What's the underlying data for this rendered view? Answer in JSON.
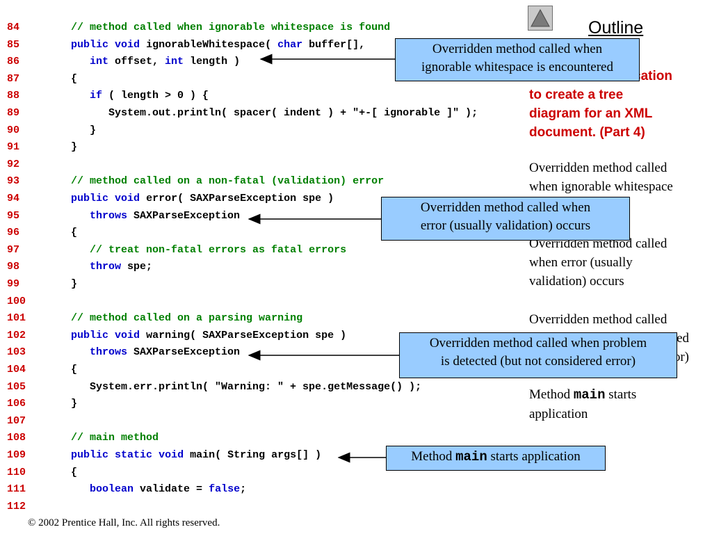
{
  "code_lines": [
    {
      "num": "84",
      "tokens": [
        {
          "t": "   "
        },
        {
          "t": "// method called when ignorable whitespace is found",
          "c": "cm"
        }
      ]
    },
    {
      "num": "85",
      "tokens": [
        {
          "t": "   "
        },
        {
          "t": "public",
          "c": "kw"
        },
        {
          "t": " "
        },
        {
          "t": "void",
          "c": "kw"
        },
        {
          "t": " ignorableWhitespace( "
        },
        {
          "t": "char",
          "c": "kw"
        },
        {
          "t": " buffer[],"
        }
      ]
    },
    {
      "num": "86",
      "tokens": [
        {
          "t": "      "
        },
        {
          "t": "int",
          "c": "kw"
        },
        {
          "t": " offset, "
        },
        {
          "t": "int",
          "c": "kw"
        },
        {
          "t": " length )"
        }
      ]
    },
    {
      "num": "87",
      "tokens": [
        {
          "t": "   {"
        }
      ]
    },
    {
      "num": "88",
      "tokens": [
        {
          "t": "      "
        },
        {
          "t": "if",
          "c": "kw"
        },
        {
          "t": " ( length > 0 ) {"
        }
      ]
    },
    {
      "num": "89",
      "tokens": [
        {
          "t": "         System.out.println( spacer( indent ) + \"+-[ ignorable ]\" );"
        }
      ]
    },
    {
      "num": "90",
      "tokens": [
        {
          "t": "      }"
        }
      ]
    },
    {
      "num": "91",
      "tokens": [
        {
          "t": "   }"
        }
      ]
    },
    {
      "num": "92",
      "tokens": [
        {
          "t": ""
        }
      ]
    },
    {
      "num": "93",
      "tokens": [
        {
          "t": "   "
        },
        {
          "t": "// method called on a non-fatal (validation) error",
          "c": "cm"
        }
      ]
    },
    {
      "num": "94",
      "tokens": [
        {
          "t": "   "
        },
        {
          "t": "public",
          "c": "kw"
        },
        {
          "t": " "
        },
        {
          "t": "void",
          "c": "kw"
        },
        {
          "t": " error( SAXParseException spe )"
        }
      ]
    },
    {
      "num": "95",
      "tokens": [
        {
          "t": "      "
        },
        {
          "t": "throws",
          "c": "kw"
        },
        {
          "t": " SAXParseException"
        }
      ]
    },
    {
      "num": "96",
      "tokens": [
        {
          "t": "   {"
        }
      ]
    },
    {
      "num": "97",
      "tokens": [
        {
          "t": "      "
        },
        {
          "t": "// treat non-fatal errors as fatal errors",
          "c": "cm"
        }
      ]
    },
    {
      "num": "98",
      "tokens": [
        {
          "t": "      "
        },
        {
          "t": "throw",
          "c": "kw"
        },
        {
          "t": " spe;"
        }
      ]
    },
    {
      "num": "99",
      "tokens": [
        {
          "t": "   }"
        }
      ]
    },
    {
      "num": "100",
      "tokens": [
        {
          "t": ""
        }
      ]
    },
    {
      "num": "101",
      "tokens": [
        {
          "t": "   "
        },
        {
          "t": "// method called on a parsing warning",
          "c": "cm"
        }
      ]
    },
    {
      "num": "102",
      "tokens": [
        {
          "t": "   "
        },
        {
          "t": "public",
          "c": "kw"
        },
        {
          "t": " "
        },
        {
          "t": "void",
          "c": "kw"
        },
        {
          "t": " warning( SAXParseException spe )"
        }
      ]
    },
    {
      "num": "103",
      "tokens": [
        {
          "t": "      "
        },
        {
          "t": "throws",
          "c": "kw"
        },
        {
          "t": " SAXParseException"
        }
      ]
    },
    {
      "num": "104",
      "tokens": [
        {
          "t": "   {"
        }
      ]
    },
    {
      "num": "105",
      "tokens": [
        {
          "t": "      System.err.println( \"Warning: \" + spe.getMessage() );"
        }
      ]
    },
    {
      "num": "106",
      "tokens": [
        {
          "t": "   }"
        }
      ]
    },
    {
      "num": "107",
      "tokens": [
        {
          "t": ""
        }
      ]
    },
    {
      "num": "108",
      "tokens": [
        {
          "t": "   "
        },
        {
          "t": "// main method",
          "c": "cm"
        }
      ]
    },
    {
      "num": "109",
      "tokens": [
        {
          "t": "   "
        },
        {
          "t": "public",
          "c": "kw"
        },
        {
          "t": " "
        },
        {
          "t": "static",
          "c": "kw"
        },
        {
          "t": " "
        },
        {
          "t": "void",
          "c": "kw"
        },
        {
          "t": " main( String args[] )"
        }
      ]
    },
    {
      "num": "110",
      "tokens": [
        {
          "t": "   {"
        }
      ]
    },
    {
      "num": "111",
      "tokens": [
        {
          "t": "      "
        },
        {
          "t": "boolean",
          "c": "kw"
        },
        {
          "t": " validate = "
        },
        {
          "t": "false",
          "c": "kw"
        },
        {
          "t": ";"
        }
      ]
    },
    {
      "num": "112",
      "tokens": [
        {
          "t": ""
        }
      ]
    }
  ],
  "outline": {
    "title": "Outline",
    "fig_caption_lines": [
      "cation",
      "to create a tree",
      "diagram for an XML",
      "document. (Part 4)"
    ],
    "notes": [
      {
        "lines": [
          "Overridden method called",
          "when ignorable whitespace"
        ]
      },
      {
        "lines": [
          "Overridden method called",
          "when error (usually",
          "validation) occurs"
        ]
      },
      {
        "lines": [
          "Overridden method called",
          "ed",
          "or)"
        ]
      },
      {
        "pre": "Method ",
        "mono": "main",
        "post": " starts",
        "line2": "application"
      }
    ]
  },
  "callouts": {
    "c1": {
      "line1": "Overridden method called when",
      "line2": "ignorable whitespace is encountered"
    },
    "c2": {
      "line1": "Overridden method called when",
      "line2": "error (usually validation) occurs"
    },
    "c3": {
      "line1": "Overridden method called when problem",
      "line2": "is detected (but not considered error)"
    },
    "c4": {
      "pre": "Method ",
      "mono": "main",
      "post": " starts application"
    }
  },
  "footer": {
    "copyright": "© 2002 Prentice Hall, Inc.  All rights reserved."
  },
  "colors": {
    "line_numbers": "#cc0000",
    "keywords": "#0000cc",
    "comments": "#008000",
    "callout_fill": "#99ccff",
    "caption": "#cc0000"
  },
  "icons": {
    "nav": "up-triangle-icon"
  }
}
